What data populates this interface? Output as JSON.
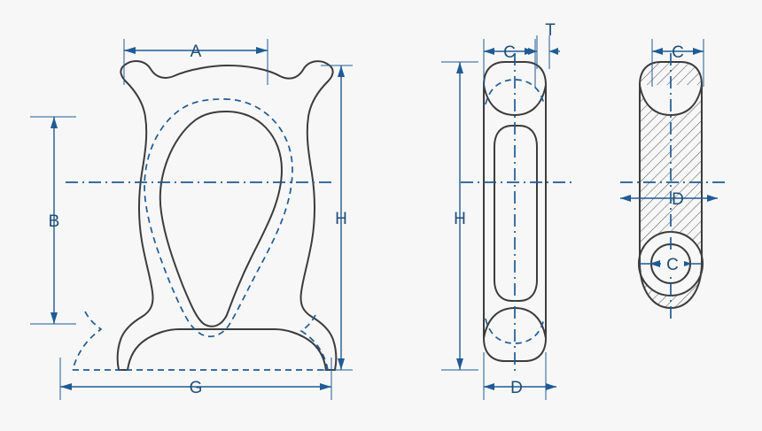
{
  "diagram": {
    "title": "Technical drawing of a rope thimble with dimension callouts",
    "background_color": "#f7f7f7",
    "outline_color": "#3c3c3c",
    "dimension_color": "#1f5b94",
    "hidden_line_color": "#1f5b94",
    "views": [
      {
        "name": "front-view",
        "labels": [
          "A",
          "B",
          "H",
          "G"
        ]
      },
      {
        "name": "side-view",
        "labels": [
          "C",
          "T",
          "H",
          "D"
        ]
      },
      {
        "name": "section-view",
        "labels": [
          "C",
          "D",
          "C"
        ]
      }
    ],
    "labels": {
      "front_top_width": "A",
      "front_left_height": "B",
      "front_right_height": "H",
      "front_bottom_width": "G",
      "side_top_width": "C",
      "side_thickness": "T",
      "side_left_height": "H",
      "side_bottom_width": "D",
      "section_top_width": "C",
      "section_body_width": "D",
      "section_bore_width": "C"
    }
  }
}
